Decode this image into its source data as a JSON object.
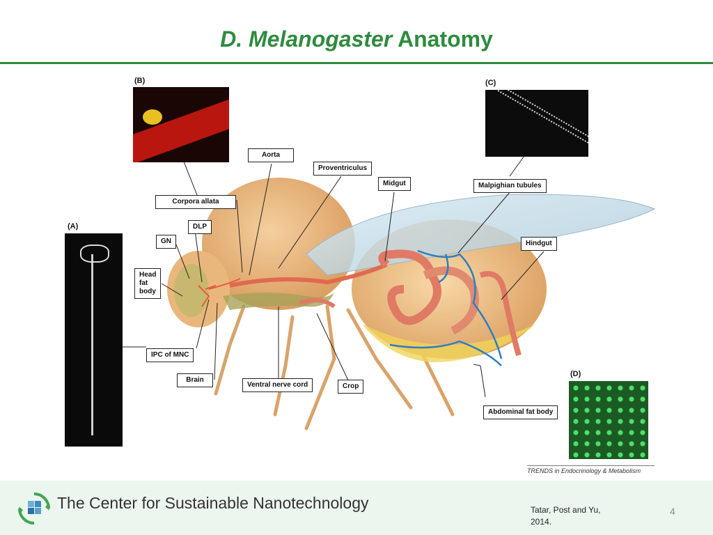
{
  "title": {
    "italic": "D. Melanogaster",
    "rest": "Anatomy"
  },
  "panels": {
    "a": "(A)",
    "b": "(B)",
    "c": "(C)",
    "d": "(D)"
  },
  "labels": {
    "aorta": "Aorta",
    "proventriculus": "Proventriculus",
    "midgut": "Midgut",
    "malpighian": "Malpighian tubules",
    "corpora_allata": "Corpora allata",
    "dlp": "DLP",
    "gn": "GN",
    "head_fat_body": "Head\nfat\nbody",
    "hindgut": "Hindgut",
    "ipc": "IPC of MNC",
    "brain": "Brain",
    "vnc": "Ventral nerve cord",
    "crop": "Crop",
    "abdominal_fat_body": "Abdominal fat body"
  },
  "credit": "TRENDS in Endocrinology & Metabolism",
  "footer": {
    "org": "The Center for Sustainable Nanotechnology",
    "citation_line1": "Tatar, Post and Yu,",
    "citation_line2": "2014.",
    "page_number": "4"
  },
  "colors": {
    "accent": "#2e8b3e",
    "footer_bg": "#ecf6ee"
  }
}
